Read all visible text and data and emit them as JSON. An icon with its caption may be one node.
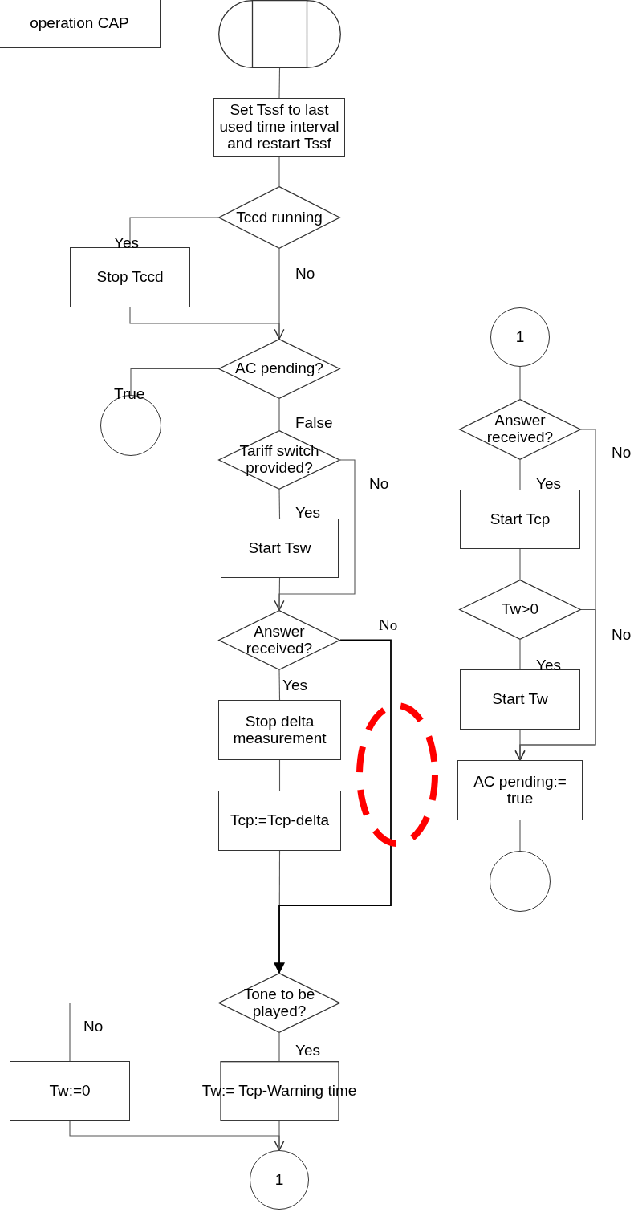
{
  "diagram": {
    "nodes": [
      {
        "text": [
          "operation CAP"
        ]
      },
      {
        "text": [],
        "shape": "terminal"
      },
      {
        "text": [
          "Set Tssf to last used time interval and restart Tssf"
        ]
      },
      {
        "text": [
          "Tccd running"
        ]
      },
      {
        "text": [
          "Stop Tccd"
        ]
      },
      {
        "text": [
          "AC pending?"
        ]
      },
      {
        "text": [],
        "shape": "circle"
      },
      {
        "text": [
          "Tariff switch provided?"
        ]
      },
      {
        "text": [
          "Start Tsw"
        ]
      },
      {
        "text": [
          "Answer received?"
        ]
      },
      {
        "text": [
          "Stop delta measurement"
        ]
      },
      {
        "text": [
          "Tcp:=Tcp-delta"
        ]
      },
      {
        "text": [
          "Tone to be played?"
        ]
      },
      {
        "text": [
          "Tw:=0"
        ]
      },
      {
        "text": [
          "Tw:= Tcp-Warning time"
        ]
      },
      {
        "text": [
          "1"
        ]
      },
      {
        "text": [
          "1"
        ]
      },
      {
        "text": [
          "Answer received?"
        ]
      },
      {
        "text": [
          "Start Tcp"
        ]
      },
      {
        "text": [
          "Tw>0"
        ]
      },
      {
        "text": [
          "Start Tw"
        ]
      },
      {
        "text": [
          "AC pending:= true"
        ]
      },
      {
        "text": [],
        "shape": "circle"
      }
    ],
    "edges": [
      {
        "from": 1,
        "to": 2,
        "arrow": "none"
      },
      {
        "from": 2,
        "to": 3,
        "arrow": "none"
      },
      {
        "from": 3,
        "to": 4,
        "arrow": "none",
        "label": "Yes"
      },
      {
        "from": 3,
        "to": 5,
        "arrow": "none",
        "label": "No"
      },
      {
        "from": 4,
        "to": 5,
        "arrow": "to"
      },
      {
        "from": 5,
        "to": 6,
        "arrow": "none",
        "label": "True"
      },
      {
        "from": 5,
        "to": 7,
        "arrow": "none",
        "label": "False"
      },
      {
        "from": 7,
        "to": 8,
        "arrow": "none",
        "label": "Yes"
      },
      {
        "from": 7,
        "to": 9,
        "arrow": "to",
        "label": "No"
      },
      {
        "from": 8,
        "to": 9,
        "arrow": "none"
      },
      {
        "from": 9,
        "to": 10,
        "arrow": "none",
        "label": "Yes"
      },
      {
        "from": 10,
        "to": 11,
        "arrow": "none"
      },
      {
        "from": 11,
        "to": 12,
        "arrow": "none"
      },
      {
        "from": 9,
        "to": 12,
        "arrow": "to",
        "label": "No",
        "color": "#000000"
      },
      {
        "from": 12,
        "to": 13,
        "arrow": "none",
        "label": "No"
      },
      {
        "from": 12,
        "to": 14,
        "arrow": "none",
        "label": "Yes"
      },
      {
        "from": 13,
        "to": 15,
        "arrow": "to"
      },
      {
        "from": 14,
        "to": 15,
        "arrow": "none"
      },
      {
        "from": 16,
        "to": 17,
        "arrow": "none"
      },
      {
        "from": 17,
        "to": 18,
        "arrow": "none",
        "label": "Yes"
      },
      {
        "from": 17,
        "to": 21,
        "arrow": "to",
        "label": "No"
      },
      {
        "from": 18,
        "to": 19,
        "arrow": "none"
      },
      {
        "from": 19,
        "to": 21,
        "arrow": "to",
        "label": "No"
      },
      {
        "from": 19,
        "to": 20,
        "arrow": "none",
        "label": "Yes"
      },
      {
        "from": 20,
        "to": 21,
        "arrow": "none"
      },
      {
        "from": 21,
        "to": 22,
        "arrow": "none"
      }
    ]
  }
}
